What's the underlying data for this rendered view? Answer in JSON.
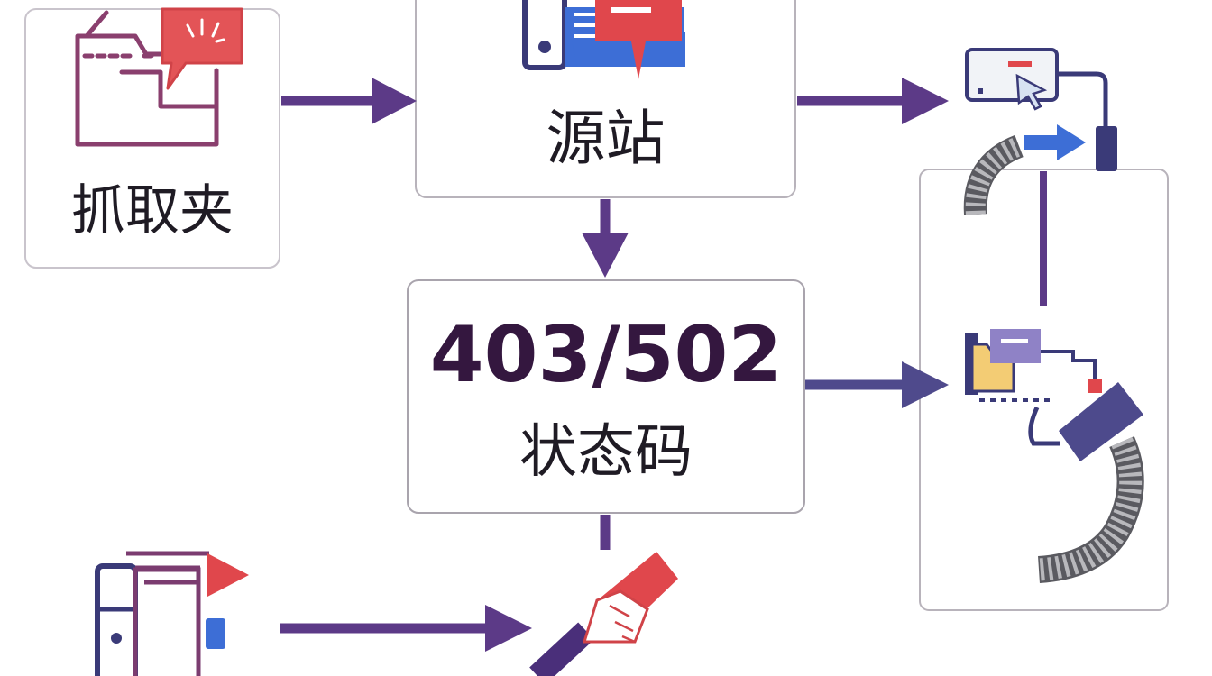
{
  "nodes": {
    "grabber": {
      "label": "抓取夹"
    },
    "origin": {
      "label": "源站"
    },
    "status": {
      "code": "403/502",
      "label": "状态码"
    }
  },
  "colors": {
    "arrow": "#5c3a87",
    "box_border": "#c9c4cc",
    "accent_red": "#e0474c",
    "accent_blue": "#3d6ed6",
    "dark_navy": "#3a3a78",
    "code_text": "#34173f",
    "gray_hose": "#8c8c90"
  },
  "icons": [
    "folder-alert-icon",
    "server-chat-icon",
    "browser-cursor-icon",
    "cable-hose-icon",
    "folder-plug-icon",
    "phone-pages-icon",
    "hand-card-icon"
  ]
}
